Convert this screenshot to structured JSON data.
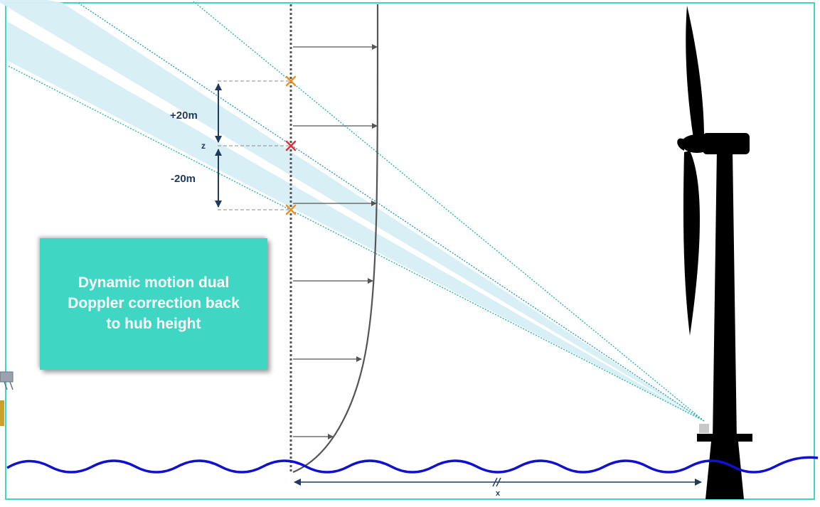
{
  "callout": {
    "text": "Dynamic motion dual\nDoppler correction back\nto hub height"
  },
  "labels": {
    "plus_offset": "+20m",
    "minus_offset": "-20m",
    "hub_height": "z",
    "distance": "x"
  },
  "colors": {
    "frame": "#3fd7c3",
    "beam_cone": "#d7eef5",
    "beam_line": "#2ab7b0",
    "center_beam_line": "#2a9ec4",
    "profile_arrow": "#555555",
    "dimension": "#1f3a5f",
    "marker_upper_lower": "#e8902a",
    "marker_hub": "#e0303a",
    "sea": "#1010d0",
    "turbine": "#000000",
    "lidar_box": "#c8c8c8"
  },
  "icons": [
    "wind-turbine-icon",
    "lidar-unit-icon",
    "floating-buoy-icon"
  ]
}
